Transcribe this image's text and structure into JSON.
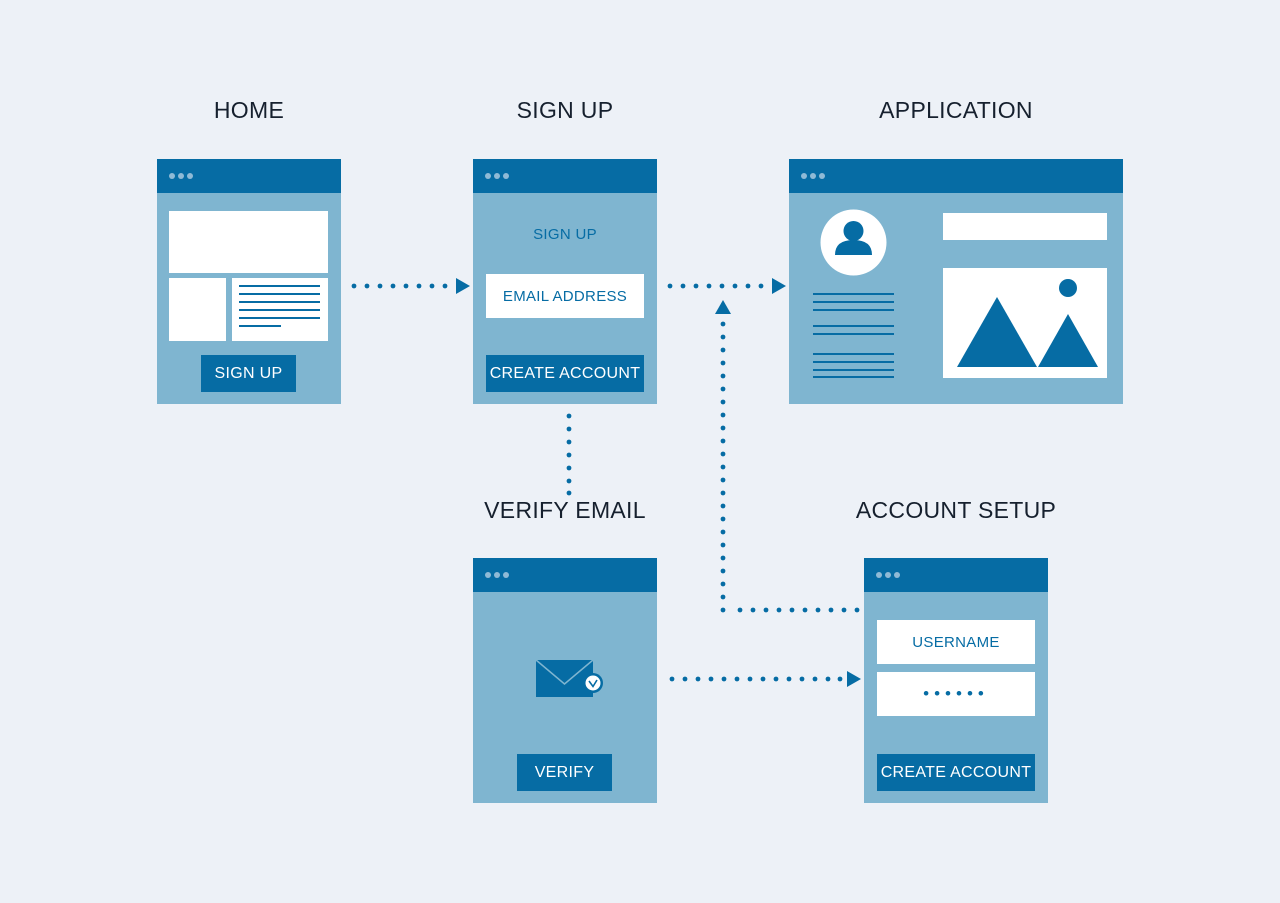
{
  "steps": {
    "home": {
      "title": "HOME",
      "button": "SIGN UP"
    },
    "signup": {
      "title": "SIGN UP",
      "heading": "SIGN UP",
      "email_field": "EMAIL ADDRESS",
      "button": "CREATE ACCOUNT"
    },
    "application": {
      "title": "APPLICATION"
    },
    "verify": {
      "title": "VERIFY EMAIL",
      "button": "VERIFY"
    },
    "account_setup": {
      "title": "ACCOUNT SETUP",
      "username_field": "USERNAME",
      "password_field": "••••••",
      "button": "CREATE ACCOUNT"
    }
  },
  "colors": {
    "background": "#edf1f7",
    "primary": "#066ca4",
    "window_body": "#7fb5d0",
    "text_dark": "#16202e"
  },
  "icons": [
    "avatar-icon",
    "image-icon",
    "envelope-icon",
    "checkmark-icon"
  ]
}
